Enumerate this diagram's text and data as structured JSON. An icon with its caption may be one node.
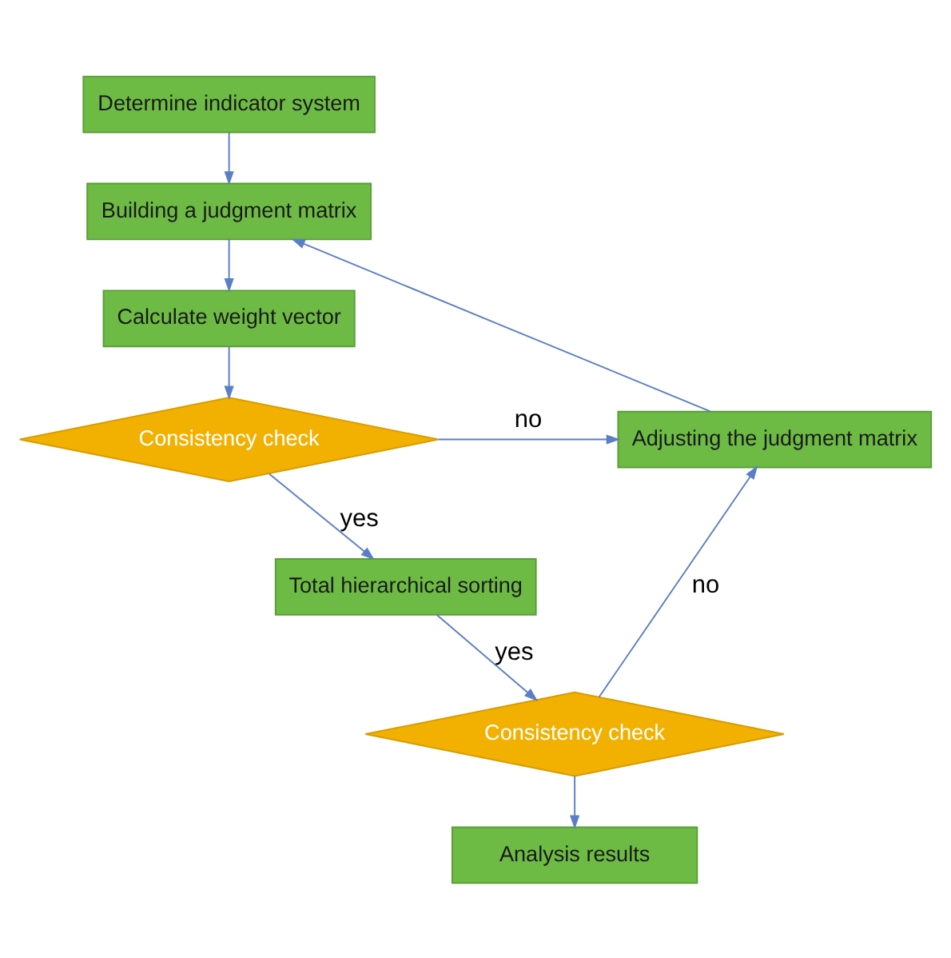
{
  "diagram": {
    "nodes": [
      {
        "text": [
          "Determine indicator system"
        ]
      },
      {
        "text": [
          "Building a judgment matrix"
        ]
      },
      {
        "text": [
          "Calculate weight vector"
        ]
      },
      {
        "text": [
          "Consistency check"
        ]
      },
      {
        "text": [
          "Total hierarchical sorting"
        ]
      },
      {
        "text": [
          "Consistency check"
        ]
      },
      {
        "text": [
          "Analysis results"
        ]
      },
      {
        "text": [
          "Adjusting the judgment matrix"
        ]
      }
    ],
    "edges": [
      {
        "from": 0,
        "to": 1,
        "arrow": "to"
      },
      {
        "from": 1,
        "to": 2,
        "arrow": "to"
      },
      {
        "from": 2,
        "to": 3,
        "arrow": "to"
      },
      {
        "from": 3,
        "to": 4,
        "arrow": "to",
        "label": "yes"
      },
      {
        "from": 4,
        "to": 5,
        "arrow": "to",
        "label": "yes"
      },
      {
        "from": 5,
        "to": 6,
        "arrow": "to"
      },
      {
        "from": 3,
        "to": 7,
        "arrow": "to",
        "label": "no"
      },
      {
        "from": 5,
        "to": 7,
        "arrow": "to",
        "label": "no"
      },
      {
        "from": 7,
        "to": 1,
        "arrow": "to"
      }
    ]
  }
}
